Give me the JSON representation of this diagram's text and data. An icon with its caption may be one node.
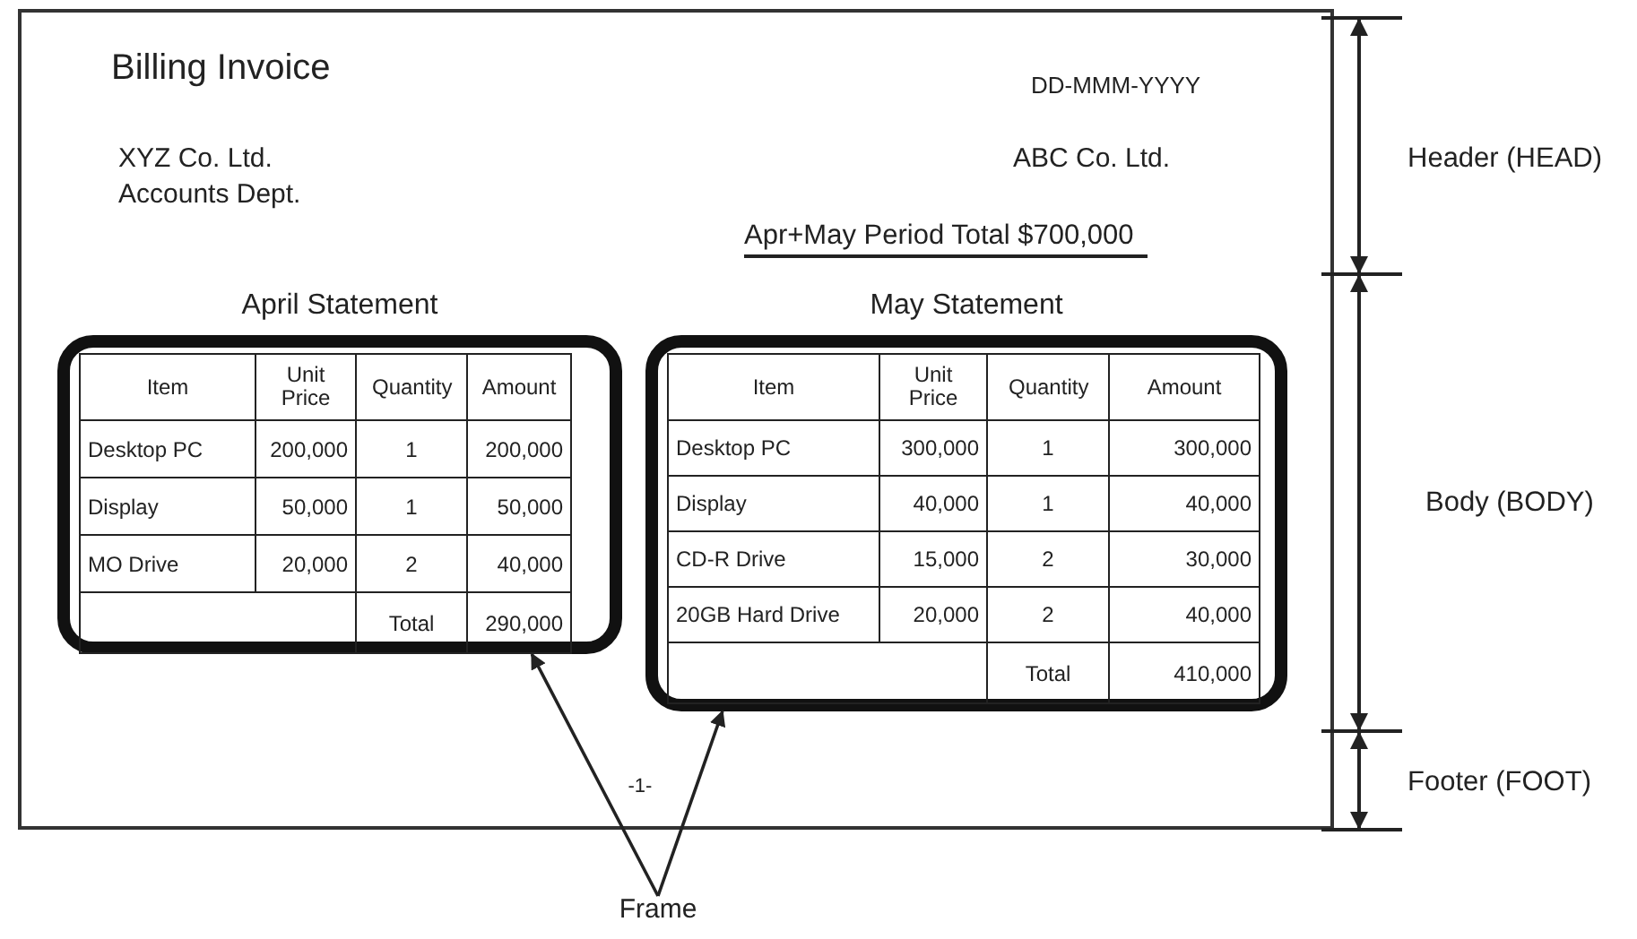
{
  "diagram": {
    "nodes": [
      {
        "text": [],
        "shape": "box"
      },
      {
        "text": [
          "April Statement"
        ],
        "in": 0
      },
      {
        "text": [
          "May Statement"
        ],
        "in": 0
      },
      {
        "text": [
          "Frame"
        ]
      }
    ],
    "edges": [
      {
        "from": 3,
        "to": 1,
        "arrow": "to"
      },
      {
        "from": 3,
        "to": 2,
        "arrow": "to"
      }
    ],
    "labels": [
      "Billing Invoice",
      "DD-MMM-YYYY",
      "XYZ Co. Ltd.",
      "ABC Co. Ltd.",
      "Accounts Dept.",
      "Apr+May Period Total $700,000",
      "Item",
      "Unit Price",
      "Quantity",
      "Amount",
      "Desktop PC",
      "200,000",
      "1",
      "200,000",
      "Display",
      "50,000",
      "1",
      "50,000",
      "MO Drive",
      "20,000",
      "2",
      "40,000",
      "Total",
      "290,000",
      "Item",
      "Unit Price",
      "Quantity",
      "Amount",
      "Desktop PC",
      "300,000",
      "1",
      "300,000",
      "Display",
      "40,000",
      "1",
      "40,000",
      "CD-R Drive",
      "15,000",
      "2",
      "30,000",
      "20GB Hard Drive",
      "20,000",
      "2",
      "40,000",
      "Total",
      "410,000",
      "-1-",
      "Header (HEAD)",
      "Body (BODY)",
      "Footer (FOOT)"
    ]
  }
}
